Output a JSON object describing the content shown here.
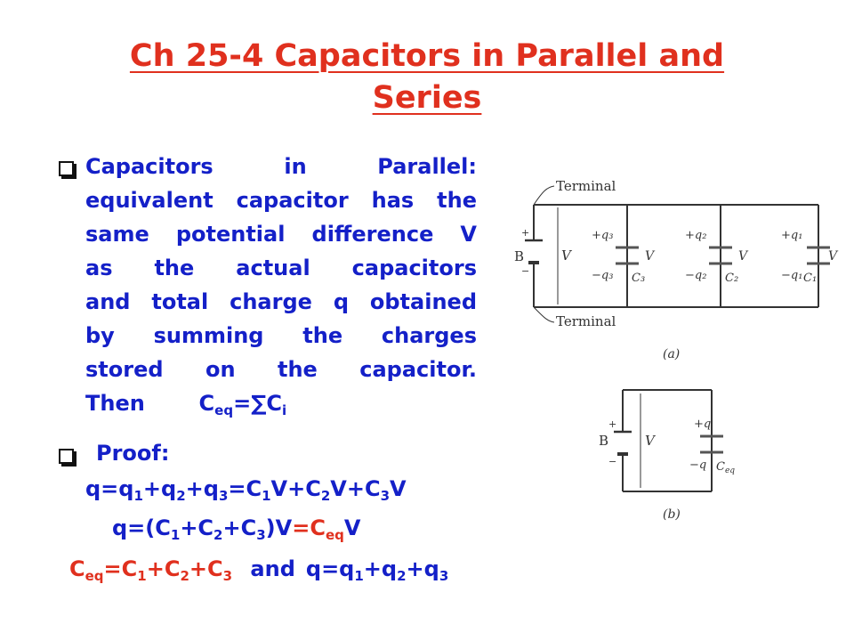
{
  "title": {
    "line1": "Ch 25-4 Capacitors in Parallel and",
    "line2": "Series"
  },
  "bullet1": {
    "lines": [
      "Capacitors in Parallel:",
      "equivalent capacitor has the",
      "same potential difference V",
      "as the actual capacitors",
      "and total charge q obtained",
      "by summing the charges",
      "stored on the capacitor."
    ],
    "then_label": "Then",
    "ceq_expr": "C",
    "ceq_sub": "eq",
    "ceq_rhs": "=∑C",
    "ceq_rhs_sub": "i"
  },
  "bullet2": {
    "label": "Proof:"
  },
  "proof": {
    "line1_parts": [
      "q=q",
      "1",
      "+q",
      "2",
      "+q",
      "3",
      "=C",
      "1",
      "V+C",
      "2",
      "V+C",
      "3",
      "V"
    ],
    "line2_parts": [
      "q=(C",
      "1",
      "+C",
      "2",
      "+C",
      "3",
      ")V"
    ],
    "line2_red": [
      "=C",
      "eq",
      "V"
    ],
    "line3_red": [
      "C",
      "eq",
      "=C",
      "1",
      "+C",
      "2",
      "+C",
      "3"
    ],
    "line3_and": "and",
    "line3_blue": [
      "q=q",
      "1",
      "+q",
      "2",
      "+q",
      "3"
    ]
  },
  "diagram_a": {
    "terminal_top": "Terminal",
    "terminal_bottom": "Terminal",
    "battery_label": "B",
    "plus": "+",
    "minus": "−",
    "v_label": "V",
    "caption": "(a)",
    "caps": [
      {
        "top": "+q₃",
        "bottom": "−q₃",
        "name": "C₃",
        "v": "V"
      },
      {
        "top": "+q₂",
        "bottom": "−q₂",
        "name": "C₂",
        "v": "V"
      },
      {
        "top": "+q₁",
        "bottom": "−q₁",
        "name": "C₁",
        "v": "V"
      }
    ]
  },
  "diagram_b": {
    "battery_label": "B",
    "plus": "+",
    "minus": "−",
    "v_label": "V",
    "cap_top": "+q",
    "cap_bottom": "−q",
    "cap_name": "C",
    "cap_name_sub": "eq",
    "caption": "(b)"
  }
}
